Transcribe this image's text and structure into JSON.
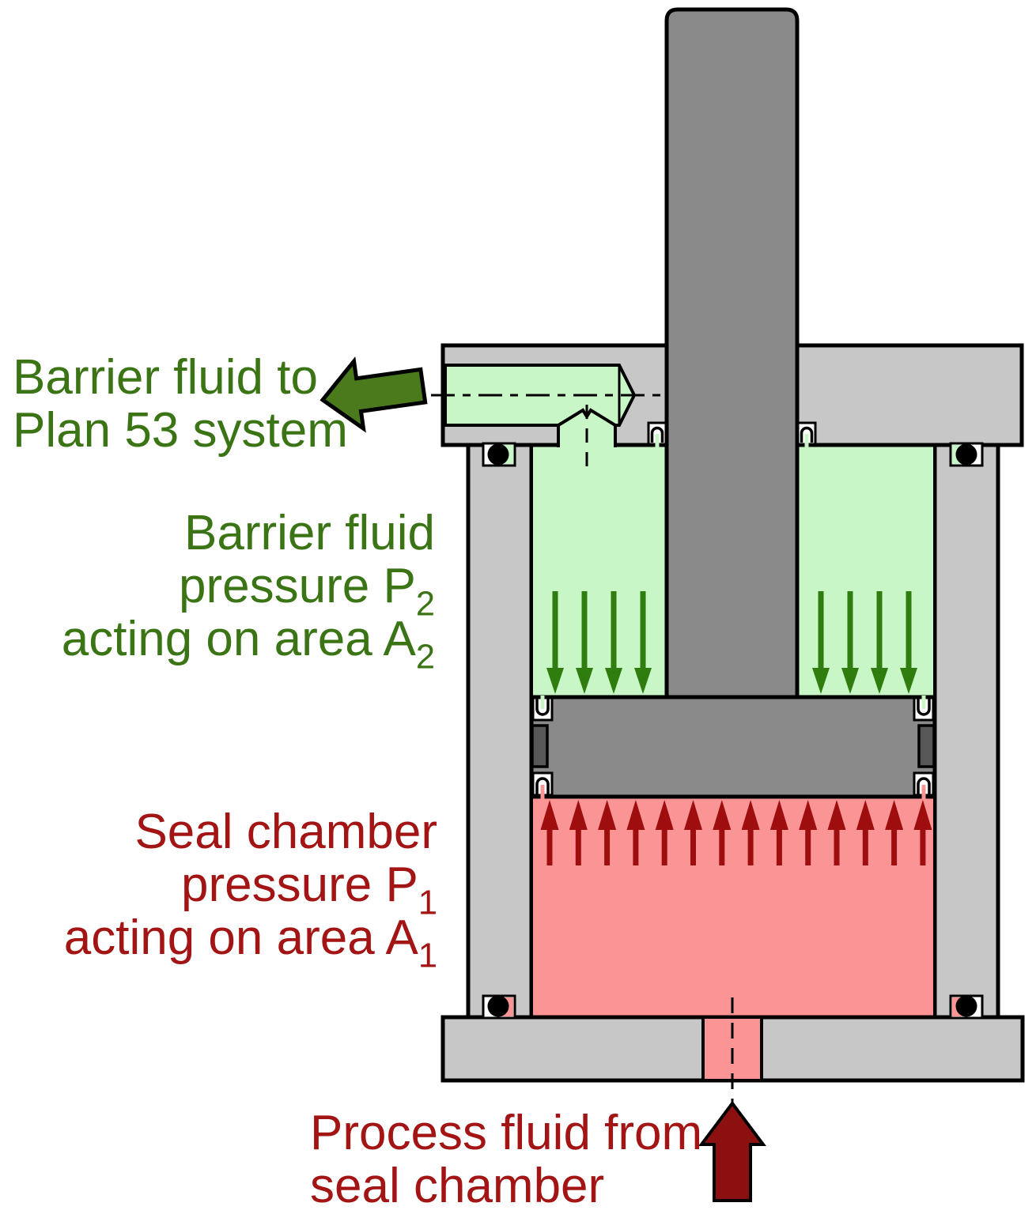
{
  "labels": {
    "barrier_out": {
      "line1": "Barrier fluid to",
      "line2": "Plan 53 system"
    },
    "barrier_pressure": {
      "line1": "Barrier fluid",
      "line2_prefix": "pressure P",
      "line2_sub": "2",
      "line3_prefix": "acting on area A",
      "line3_sub": "2"
    },
    "seal_pressure": {
      "line1": "Seal chamber",
      "line2_prefix": "pressure P",
      "line2_sub": "1",
      "line3_prefix": "acting on area A",
      "line3_sub": "1"
    },
    "process_in": {
      "line1": "Process fluid from",
      "line2": "seal chamber"
    }
  },
  "flows": {
    "barrier_outlet_description": "Barrier fluid to Plan 53 system",
    "process_inlet_description": "Process fluid from seal chamber",
    "barrier_down_arrow_count": 8,
    "process_up_arrow_count": 14
  },
  "colors": {
    "housing_gray": "#c7c7c7",
    "metal_gray": "#8a8a8a",
    "pin_gray": "#575757",
    "barrier_green": "#c9f6c6",
    "process_red": "#fb9595",
    "arrow_green": "#2e7d0e",
    "block_arrow_green": "#4b7a1d",
    "text_green": "#3a7414",
    "arrow_red": "#9e0e0e",
    "block_arrow_red": "#8d1010",
    "text_red": "#a31414",
    "outline_black": "#000000"
  }
}
